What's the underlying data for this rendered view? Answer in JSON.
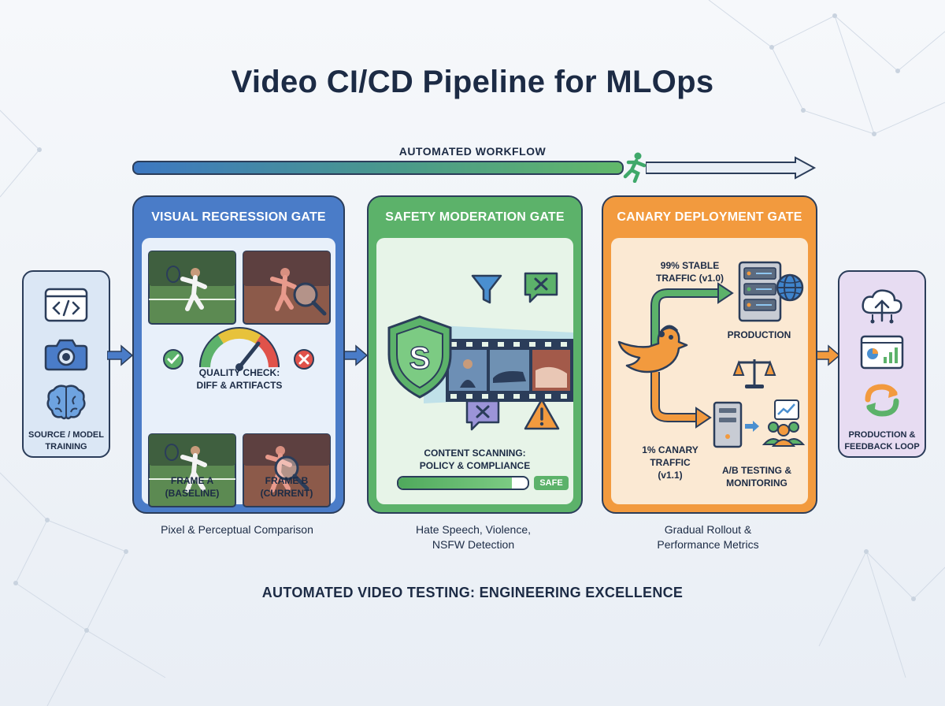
{
  "title": "Video CI/CD Pipeline for MLOps",
  "workflow": {
    "label": "AUTOMATED WORKFLOW"
  },
  "source": {
    "label_line1": "SOURCE / MODEL",
    "label_line2": "TRAINING",
    "icons": [
      "code-icon",
      "camera-icon",
      "brain-icon"
    ]
  },
  "gates": {
    "visual": {
      "title": "VISUAL REGRESSION GATE",
      "quality_line1": "QUALITY CHECK:",
      "quality_line2": "DIFF & ARTIFACTS",
      "frame_a_line1": "FRAME A",
      "frame_a_line2": "(BASELINE)",
      "frame_b_line1": "FRAME B",
      "frame_b_line2": "(CURRENT)",
      "caption": "Pixel & Perceptual Comparison"
    },
    "safety": {
      "title": "SAFETY MODERATION GATE",
      "scan_line1": "CONTENT SCANNING:",
      "scan_line2": "POLICY & COMPLIANCE",
      "badge": "SAFE",
      "caption_line1": "Hate Speech, Violence,",
      "caption_line2": "NSFW Detection"
    },
    "canary": {
      "title": "CANARY DEPLOYMENT GATE",
      "stable_line1": "99% STABLE",
      "stable_line2": "TRAFFIC (v1.0)",
      "production": "PRODUCTION",
      "canary_line1": "1% CANARY",
      "canary_line2": "TRAFFIC",
      "canary_line3": "(v1.1)",
      "ab_line1": "A/B TESTING &",
      "ab_line2": "MONITORING",
      "caption_line1": "Gradual Rollout &",
      "caption_line2": "Performance Metrics"
    }
  },
  "production_feedback": {
    "label_line1": "PRODUCTION &",
    "label_line2": "FEEDBACK LOOP",
    "icons": [
      "cloud-upload-icon",
      "dashboard-icon",
      "refresh-icon"
    ]
  },
  "footer": "AUTOMATED VIDEO TESTING: ENGINEERING EXCELLENCE",
  "colors": {
    "visual": "#4a7cc8",
    "safety": "#5cb26a",
    "canary": "#f29a3e",
    "ink": "#1c2b45"
  },
  "progress": {
    "safety_scan": 0.88
  }
}
